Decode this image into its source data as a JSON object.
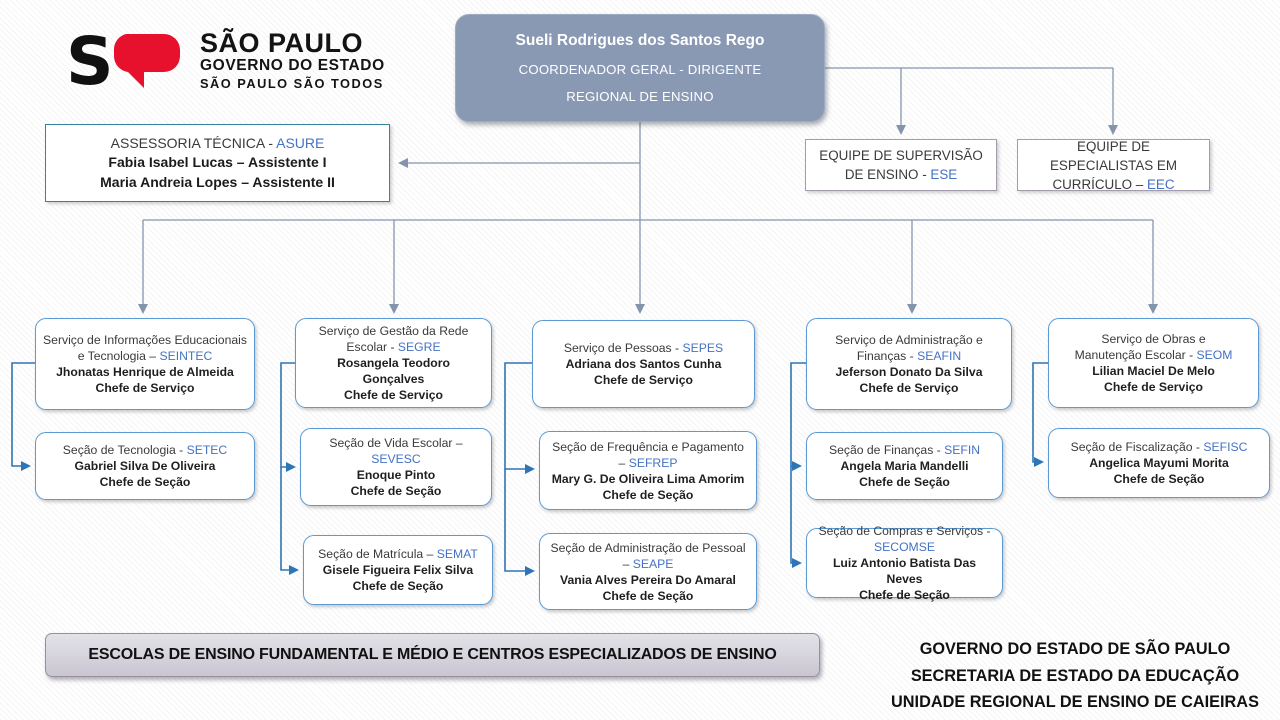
{
  "logo": {
    "brand": "SÃO PAULO",
    "line2": "GOVERNO DO ESTADO",
    "line3": "SÃO PAULO SÃO TODOS"
  },
  "director": {
    "name": "Sueli Rodrigues dos Santos Rego",
    "role_line1": "COORDENADOR GERAL - DIRIGENTE",
    "role_line2": "REGIONAL DE ENSINO"
  },
  "assessoria": {
    "title": "ASSESSORIA TÉCNICA -",
    "acronym": "ASURE",
    "members": [
      "Fabia Isabel Lucas – Assistente I",
      "Maria Andreia Lopes – Assistente II"
    ]
  },
  "teams": [
    {
      "title": "EQUIPE DE SUPERVISÃO DE ENSINO -",
      "acronym": "ESE"
    },
    {
      "title": "EQUIPE DE ESPECIALISTAS EM CURRÍCULO –",
      "acronym": "EEC"
    }
  ],
  "services": [
    {
      "title": "Serviço de Informações Educacionais e Tecnologia –",
      "acronym": "SEINTEC",
      "name": "Jhonatas Henrique de Almeida",
      "role": "Chefe de Serviço"
    },
    {
      "title": "Serviço de Gestão da Rede Escolar -",
      "acronym": "SEGRE",
      "name": "Rosangela Teodoro Gonçalves",
      "role": "Chefe de Serviço"
    },
    {
      "title": "Serviço de Pessoas -",
      "acronym": "SEPES",
      "name": "Adriana dos Santos Cunha",
      "role": "Chefe de Serviço"
    },
    {
      "title": "Serviço de Administração e Finanças -",
      "acronym": "SEAFIN",
      "name": "Jeferson Donato Da Silva",
      "role": "Chefe de Serviço"
    },
    {
      "title": "Serviço de Obras e Manutenção Escolar -",
      "acronym": "SEOM",
      "name": "Lilian Maciel De Melo",
      "role": "Chefe de Serviço"
    }
  ],
  "sections": [
    {
      "title": "Seção de Tecnologia -",
      "acronym": "SETEC",
      "name": "Gabriel Silva De Oliveira",
      "role": "Chefe de Seção"
    },
    {
      "title": "Seção de Vida Escolar –",
      "acronym": "SEVESC",
      "name": "Enoque Pinto",
      "role": "Chefe de Seção"
    },
    {
      "title": "Seção de Frequência e Pagamento –",
      "acronym": "SEFREP",
      "name": "Mary G. De Oliveira Lima Amorim",
      "role": "Chefe de Seção"
    },
    {
      "title": "Seção de Finanças -",
      "acronym": "SEFIN",
      "name": "Angela Maria Mandelli",
      "role": "Chefe de Seção"
    },
    {
      "title": "Seção de Fiscalização -",
      "acronym": "SEFISC",
      "name": "Angelica Mayumi Morita",
      "role": "Chefe de Seção"
    },
    {
      "title": "Seção de Matrícula –",
      "acronym": "SEMAT",
      "name": "Gisele Figueira Felix Silva",
      "role": "Chefe de Seção"
    },
    {
      "title": "Seção de Administração de Pessoal –",
      "acronym": "SEAPE",
      "name": "Vania Alves Pereira Do Amaral",
      "role": "Chefe de Seção"
    },
    {
      "title": "Seção de Compras e Serviços -",
      "acronym": "SECOMSE",
      "name": "Luiz Antonio Batista Das Neves",
      "role": "Chefe de Seção"
    }
  ],
  "banner": {
    "label": "ESCOLAS DE ENSINO  FUNDAMENTAL E MÉDIO E CENTROS ESPECIALIZADOS DE ENSINO"
  },
  "footer": {
    "lines": [
      "GOVERNO DO ESTADO DE SÃO PAULO",
      "SECRETARIA DE ESTADO DA EDUCAÇÃO",
      "UNIDADE REGIONAL DE ENSINO DE CAIEIRAS"
    ]
  },
  "colors": {
    "header_fill": "#8999B4",
    "accent_text_blue": "#4472C4",
    "box_border_blue": "#5B9BD5",
    "connector_gray": "#8494AD",
    "connector_blue": "#2E75B6",
    "assessoria_border_teal": "#31859C",
    "team_border_gray": "#A49CAC",
    "banner_fill": "#D6D3DC",
    "logo_red": "#E8112D",
    "logo_black": "#111111"
  }
}
